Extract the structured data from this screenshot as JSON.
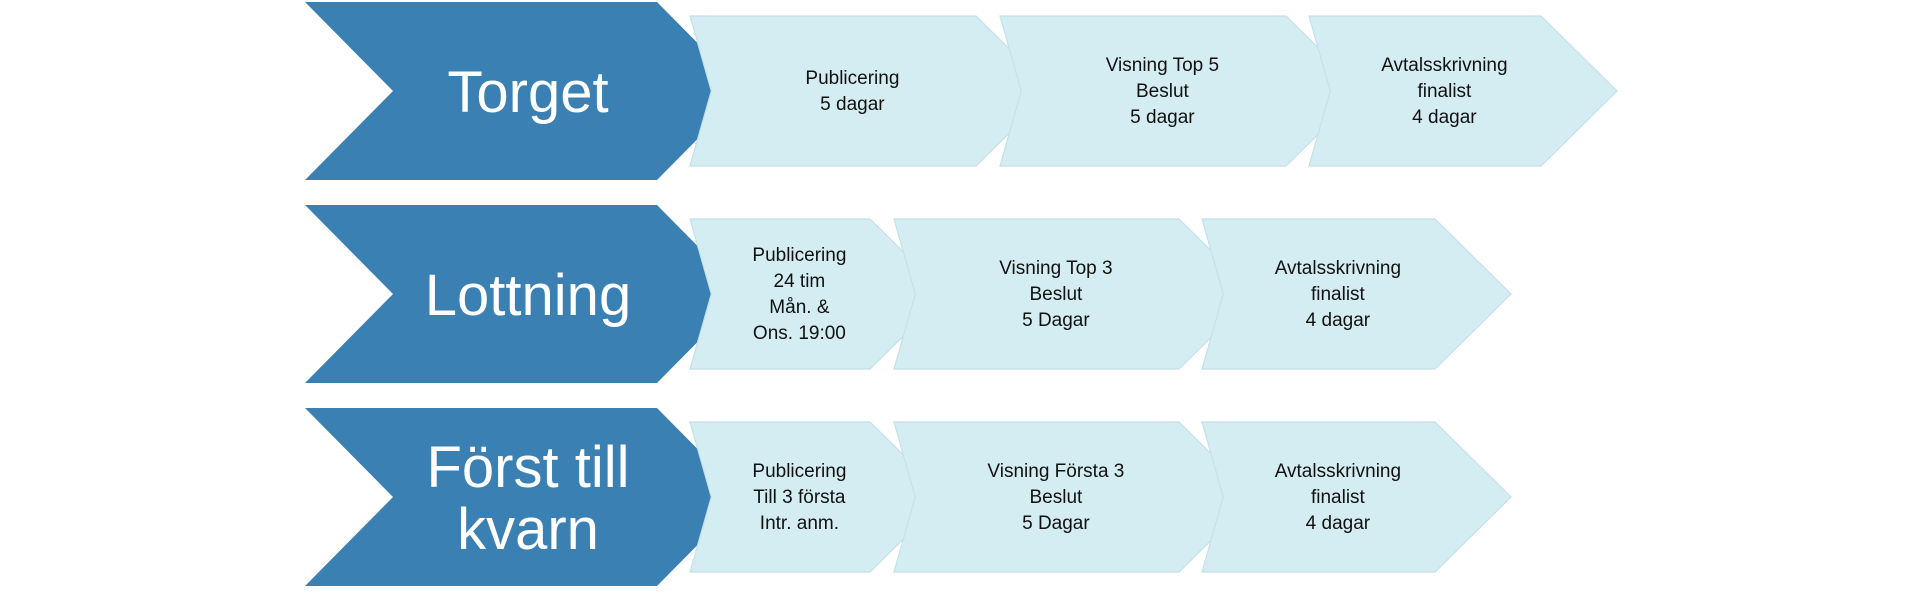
{
  "rows": [
    {
      "title_lines": [
        "Torget"
      ],
      "steps": [
        [
          "Publicering",
          "5 dagar"
        ],
        [
          "Visning Top 5",
          "Beslut",
          "5 dagar"
        ],
        [
          "Avtalsskrivning",
          "finalist",
          "4 dagar"
        ]
      ]
    },
    {
      "title_lines": [
        "Lottning"
      ],
      "steps": [
        [
          "Publicering",
          "24 tim",
          "Mån. &",
          "Ons. 19:00"
        ],
        [
          "Visning Top 3",
          "Beslut",
          "5 Dagar"
        ],
        [
          "Avtalsskrivning",
          "finalist",
          "4 dagar"
        ]
      ]
    },
    {
      "title_lines": [
        "Först till",
        "kvarn"
      ],
      "steps": [
        [
          "Publicering",
          "Till 3 första",
          "Intr. anm."
        ],
        [
          "Visning Första 3",
          "Beslut",
          "5 Dagar"
        ],
        [
          "Avtalsskrivning",
          "finalist",
          "4 dagar"
        ]
      ]
    }
  ],
  "colors": {
    "main_fill": "#3b80b2",
    "step_fill": "#d4edf2",
    "step_stroke": "#c5e0e8",
    "main_text": "#ffffff",
    "step_text": "#111111"
  }
}
